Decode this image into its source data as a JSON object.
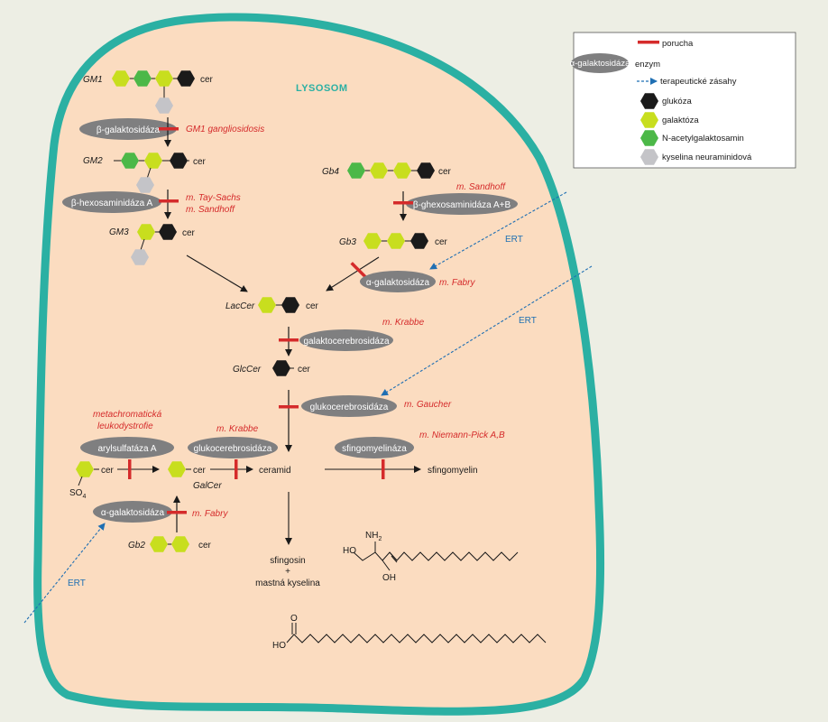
{
  "title": "LYSOSOM",
  "legend": {
    "items": [
      {
        "symbol": "red-bar",
        "label": "porucha"
      },
      {
        "symbol": "grey-ellipse",
        "sample": "α-galaktosidáza",
        "label": "enzym"
      },
      {
        "symbol": "blue-dashed-arrow",
        "label": "terapeutické zásahy"
      },
      {
        "symbol": "hexagon",
        "color": "#1a1a1a",
        "label": "glukóza"
      },
      {
        "symbol": "hexagon",
        "color": "#c8de1e",
        "label": "galaktóza"
      },
      {
        "symbol": "hexagon",
        "color": "#4cb848",
        "label": "N-acetylgalaktosamin"
      },
      {
        "symbol": "hexagon",
        "color": "#c4c4c8",
        "label": "kyselina neuraminidová"
      }
    ]
  },
  "colors": {
    "background": "#edeee4",
    "cell_fill": "#fbdcc0",
    "cell_border": "#2bb0a3",
    "defect": "#d52b2b",
    "enzyme": "#7f7f80",
    "therapy": "#1f6fb3",
    "glucose": "#1a1a1a",
    "galactose": "#c8de1e",
    "galnac": "#4cb848",
    "neuraminic": "#c4c4c8"
  },
  "molecules": {
    "gm1": "GM1",
    "gm2": "GM2",
    "gm3": "GM3",
    "gb4": "Gb4",
    "gb3": "Gb3",
    "lac": "LacCer",
    "glc": "GlcCer",
    "gal": "GalCer",
    "gb2": "Gb2",
    "cer": "cer",
    "so4": "SO",
    "so4_sub": "4"
  },
  "enzymes": {
    "beta_gal": "β-galaktosidáza",
    "hexa": "β-hexosaminidáza A",
    "hexab": "β-ghexosaminidáza A+B",
    "alpha_gal": "α-galaktosidáza",
    "galcer": "galaktocerebrosidáza",
    "glucocer": "glukocerebrosidáza",
    "aryl": "arylsulfatáza A",
    "glucocer2": "glukocerebrosidáza",
    "sphingo": "sfingomyelináza",
    "alpha_gal2": "α-galaktosidáza"
  },
  "diseases": {
    "gm1": "GM1 gangliosidosis",
    "tay": "m. Tay-Sachs",
    "sandhoff": "m. Sandhoff",
    "sandhoff2": "m. Sandhoff",
    "fabry": "m. Fabry",
    "krabbe": "m. Krabbe",
    "gaucher": "m. Gaucher",
    "mld1": "metachromatická",
    "mld2": "leukodystrofie",
    "krabbe2": "m. Krabbe",
    "niemann": "m. Niemann-Pick A,B",
    "fabry2": "m. Fabry"
  },
  "products": {
    "ceramid": "ceramid",
    "sfingomyelin": "sfingomyelin",
    "sfingosin": "sfingosin",
    "plus": "+",
    "mastna": "mastná kyselina",
    "nh2": "NH",
    "nh2_sub": "2",
    "ho1": "HO",
    "oh": "OH",
    "ho2": "HO",
    "acid_o": "O"
  },
  "ert": [
    "ERT",
    "ERT",
    "ERT"
  ]
}
